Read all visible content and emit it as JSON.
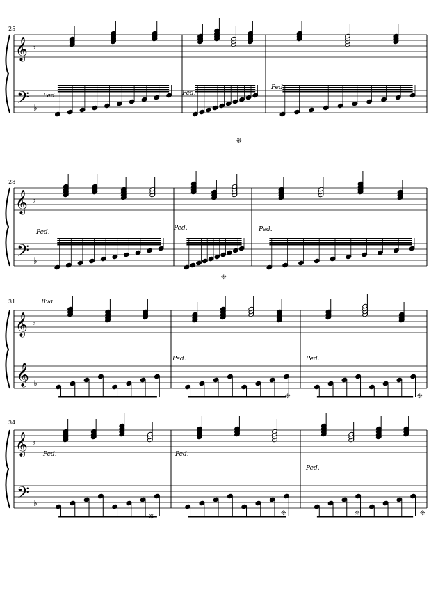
{
  "score": {
    "key_signature": "F major (one flat)",
    "systems": [
      {
        "measure_number": "25",
        "pedal_marks": [
          "Ped.",
          "Ped.",
          "Ped."
        ],
        "ottava": ""
      },
      {
        "measure_number": "28",
        "pedal_marks": [
          "Ped.",
          "Ped.",
          "Ped."
        ],
        "ottava": ""
      },
      {
        "measure_number": "31",
        "pedal_marks": [
          "Ped.",
          "Ped."
        ],
        "ottava": "8va"
      },
      {
        "measure_number": "34",
        "pedal_marks": [
          "Ped.",
          "Ped.",
          "Ped."
        ],
        "ottava": ""
      }
    ],
    "symbols": {
      "treble_clef": "𝄞",
      "bass_clef": "𝄢",
      "flat": "♭",
      "release": "❊"
    }
  }
}
